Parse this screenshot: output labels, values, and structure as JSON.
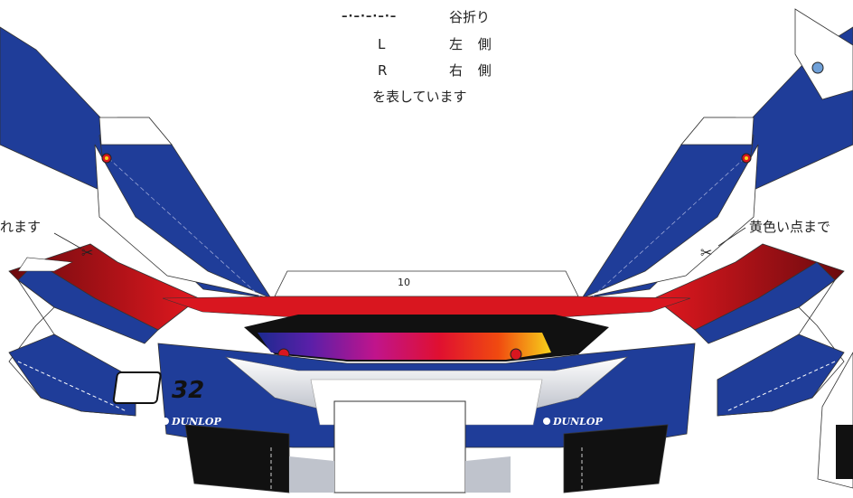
{
  "legend": {
    "fold_symbol": "–·–·–·–·–",
    "fold_label": "谷折り",
    "left_key": "L",
    "left_label": "左 側",
    "right_key": "R",
    "right_label": "右 側",
    "caption": "を表しています"
  },
  "notes": {
    "left_fragment": "れます",
    "right_fragment": "黄色い点まで"
  },
  "car": {
    "number": "32",
    "sponsor_left": "DUNLOP",
    "sponsor_right": "DUNLOP",
    "tab_number": "10"
  },
  "colors": {
    "blue": "#1f3d99",
    "red": "#d9161f",
    "dark_red": "#8e0d12",
    "white": "#ffffff",
    "black": "#111111"
  }
}
